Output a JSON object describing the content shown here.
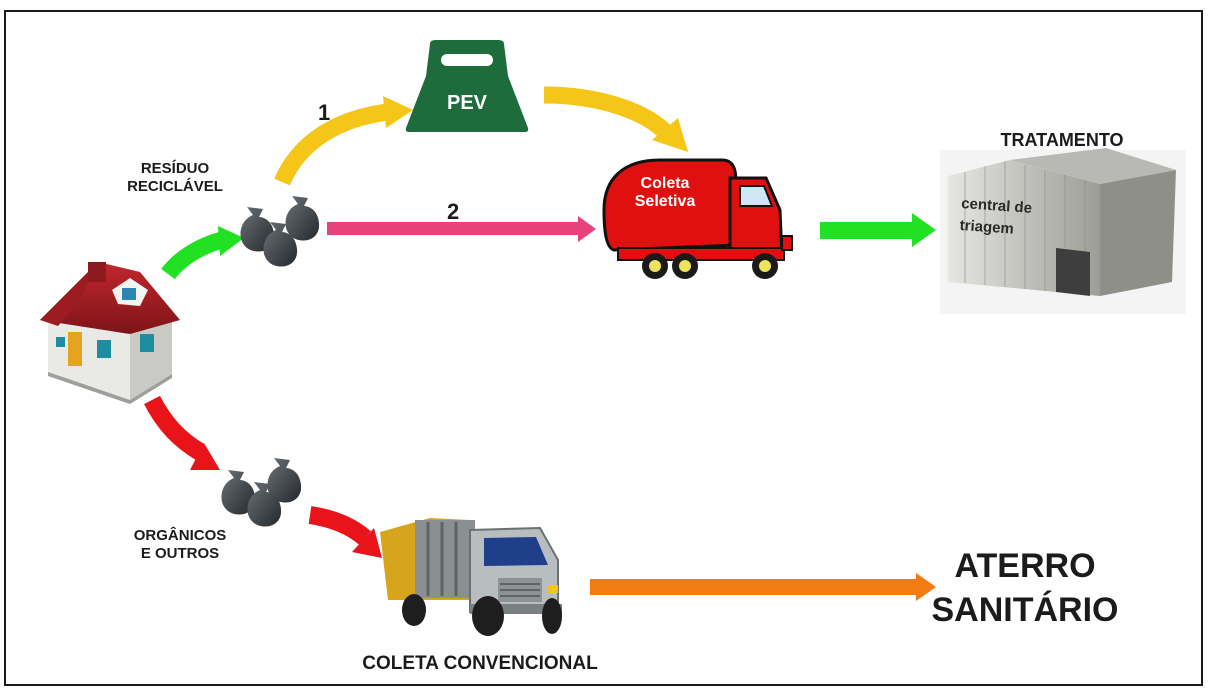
{
  "labels": {
    "residuo_reciclavel": "RESÍDUO\nRECICLÁVEL",
    "pev": "PEV",
    "route_1": "1",
    "route_2": "2",
    "truck_selective": "Coleta\nSeletiva",
    "tratamento": "TRATAMENTO",
    "central_triagem": "central de\ntriagem",
    "organicos": "ORGÂNICOS\nE OUTROS",
    "coleta_convencional": "COLETA CONVENCIONAL",
    "aterro": "ATERRO\nSANITÁRIO"
  },
  "colors": {
    "pev_green": "#1e6b3b",
    "arrow_yellow": "#f5c518",
    "arrow_pink": "#e8427b",
    "arrow_green": "#22e022",
    "arrow_red": "#e8141a",
    "arrow_orange": "#f47a12",
    "truck_red": "#e01010",
    "bag_gray": "#3c4146"
  },
  "icons": [
    "house-icon",
    "garbage-bags-icon",
    "pev-bin-icon",
    "selective-truck-icon",
    "warehouse-icon",
    "garbage-truck-icon"
  ]
}
